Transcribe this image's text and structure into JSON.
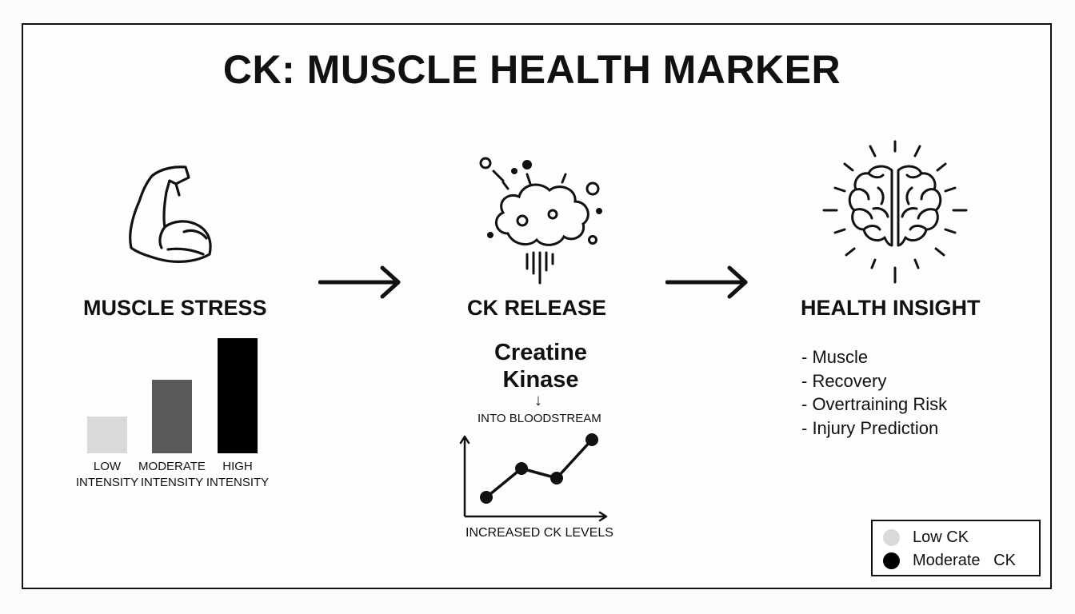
{
  "title": "CK: MUSCLE HEALTH MARKER",
  "steps": {
    "muscle_stress": "MUSCLE STRESS",
    "ck_release": "CK RELEASE",
    "health_insight": "HEALTH INSIGHT"
  },
  "intensity_bars": [
    {
      "line1": "LOW",
      "line2": "INTENSITY",
      "level": 0.32,
      "color": "#d9d9d9"
    },
    {
      "line1": "MODERATE",
      "line2": "INTENSITY",
      "level": 0.64,
      "color": "#595959"
    },
    {
      "line1": "HIGH",
      "line2": "INTENSITY",
      "level": 1.0,
      "color": "#000000"
    }
  ],
  "ck_release": {
    "name_line1": "Creatine",
    "name_line2": "Kinase",
    "arrow_glyph": "↓",
    "bloodstream_label": "INTO BLOODSTREAM",
    "levels_label": "INCREASED CK LEVELS",
    "trend_points": [
      1,
      4,
      3,
      7
    ]
  },
  "insights": [
    "- Muscle",
    "- Recovery",
    "- Overtraining Risk",
    "- Injury Prediction"
  ],
  "legend": [
    {
      "label": "Low CK",
      "color": "#d9d9d9"
    },
    {
      "label": "Moderate   CK",
      "color": "#000000"
    }
  ],
  "icons": {
    "muscle": "flexed-arm-icon",
    "release": "cloud-burst-icon",
    "insight": "brain-icon"
  }
}
